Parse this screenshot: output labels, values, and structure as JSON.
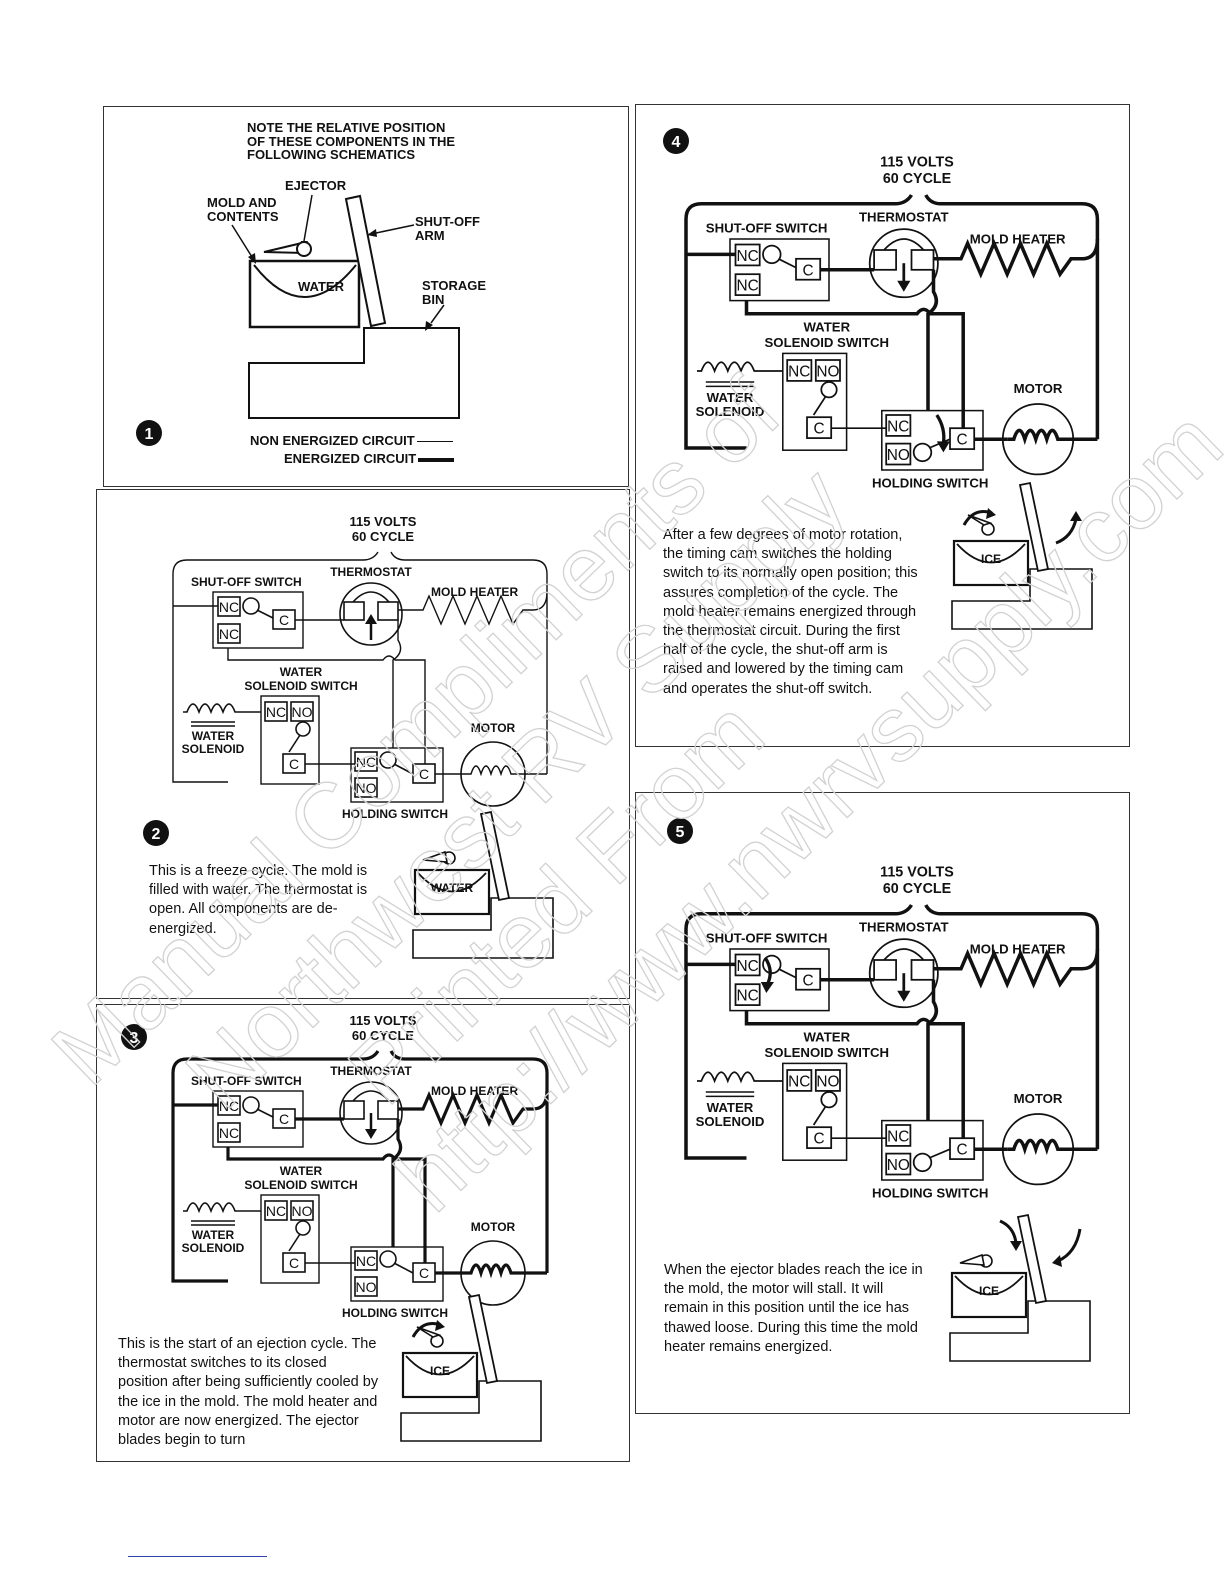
{
  "panel1": {
    "step": "1",
    "note": "NOTE THE RELATIVE POSITION\nOF THESE COMPONENTS IN THE\nFOLLOWING SCHEMATICS",
    "labels": {
      "ejector": "EJECTOR",
      "mold_and_contents": "MOLD AND\nCONTENTS",
      "shut_off_arm": "SHUT-OFF\nARM",
      "water": "WATER",
      "storage_bin": "STORAGE\nBIN"
    },
    "legend": {
      "non_energized": "NON ENERGIZED CIRCUIT",
      "energized": "ENERGIZED CIRCUIT"
    }
  },
  "circuit_labels": {
    "volts": "115 VOLTS",
    "cycle": "60 CYCLE",
    "shut_off_switch": "SHUT-OFF SWITCH",
    "thermostat": "THERMOSTAT",
    "mold_heater": "MOLD HEATER",
    "water_solenoid_switch_1": "WATER",
    "water_solenoid_switch_2": "SOLENOID SWITCH",
    "water_solenoid_1": "WATER",
    "water_solenoid_2": "SOLENOID",
    "motor": "MOTOR",
    "holding_switch": "HOLDING SWITCH",
    "nc": "NC",
    "no": "NO",
    "c": "C"
  },
  "panels": [
    {
      "step": "2",
      "tray_label": "WATER",
      "description": "This is a freeze cycle. The mold is filled with water. The thermostat is open. All components are de-energized."
    },
    {
      "step": "3",
      "tray_label": "ICE",
      "description": "This is the start of an ejection cycle. The thermostat switches to its closed position after being sufficiently cooled by the ice in the mold. The mold heater and motor are now energized. The ejector blades begin to turn"
    },
    {
      "step": "4",
      "tray_label": "ICE",
      "description": "After a few degrees of motor rotation, the timing cam switches the holding switch to its normally open position; this assures completion of the cycle. The mold heater remains energized through the thermostat circuit. During the first half of the cycle, the shut-off arm is raised and lowered by the timing cam and operates the shut-off switch."
    },
    {
      "step": "5",
      "tray_label": "ICE",
      "description": "When the ejector blades reach the ice in the mold, the motor will stall. It will remain in this position until the ice has thawed loose. During this time the mold heater remains energized."
    }
  ],
  "watermark": {
    "line1": "Manual Compliments of",
    "line2": "Northwest RV Supply",
    "line3": "Printed From",
    "line4": "http://www.nwrvsupply.com"
  }
}
